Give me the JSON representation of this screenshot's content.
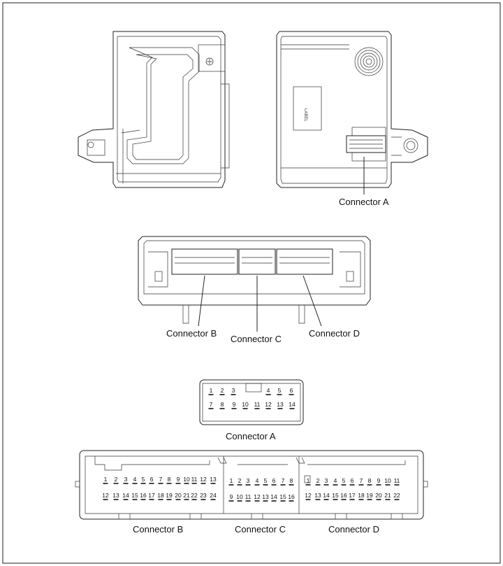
{
  "labels": {
    "connector_a_callout": "Connector A",
    "connector_b_callout": "Connector B",
    "connector_c_callout": "Connector C",
    "connector_d_callout": "Connector D",
    "connector_a_caption": "Connector A",
    "connector_b_caption": "Connector B",
    "connector_c_caption": "Connector C",
    "connector_d_caption": "Connector D",
    "module_label": "LABEL"
  },
  "connector_a": {
    "top_row": [
      "1",
      "2",
      "3",
      "4",
      "5",
      "6"
    ],
    "bottom_row": [
      "7",
      "8",
      "9",
      "10",
      "11",
      "12",
      "13",
      "14"
    ]
  },
  "connector_b": {
    "top_row": [
      "1",
      "2",
      "3",
      "4",
      "5",
      "6",
      "7",
      "8",
      "9",
      "10",
      "11",
      "12",
      "13"
    ],
    "bottom_row": [
      "12",
      "13",
      "14",
      "15",
      "16",
      "17",
      "18",
      "19",
      "20",
      "21",
      "22",
      "23",
      "24"
    ]
  },
  "connector_c": {
    "top_row": [
      "1",
      "2",
      "3",
      "4",
      "5",
      "6",
      "7",
      "8"
    ],
    "bottom_row": [
      "9",
      "10",
      "11",
      "12",
      "13",
      "14",
      "15",
      "16"
    ]
  },
  "connector_d": {
    "top_row": [
      "1",
      "2",
      "3",
      "4",
      "5",
      "6",
      "7",
      "8",
      "9",
      "10",
      "11"
    ],
    "bottom_row": [
      "12",
      "13",
      "14",
      "15",
      "16",
      "17",
      "18",
      "19",
      "20",
      "21",
      "22"
    ]
  }
}
